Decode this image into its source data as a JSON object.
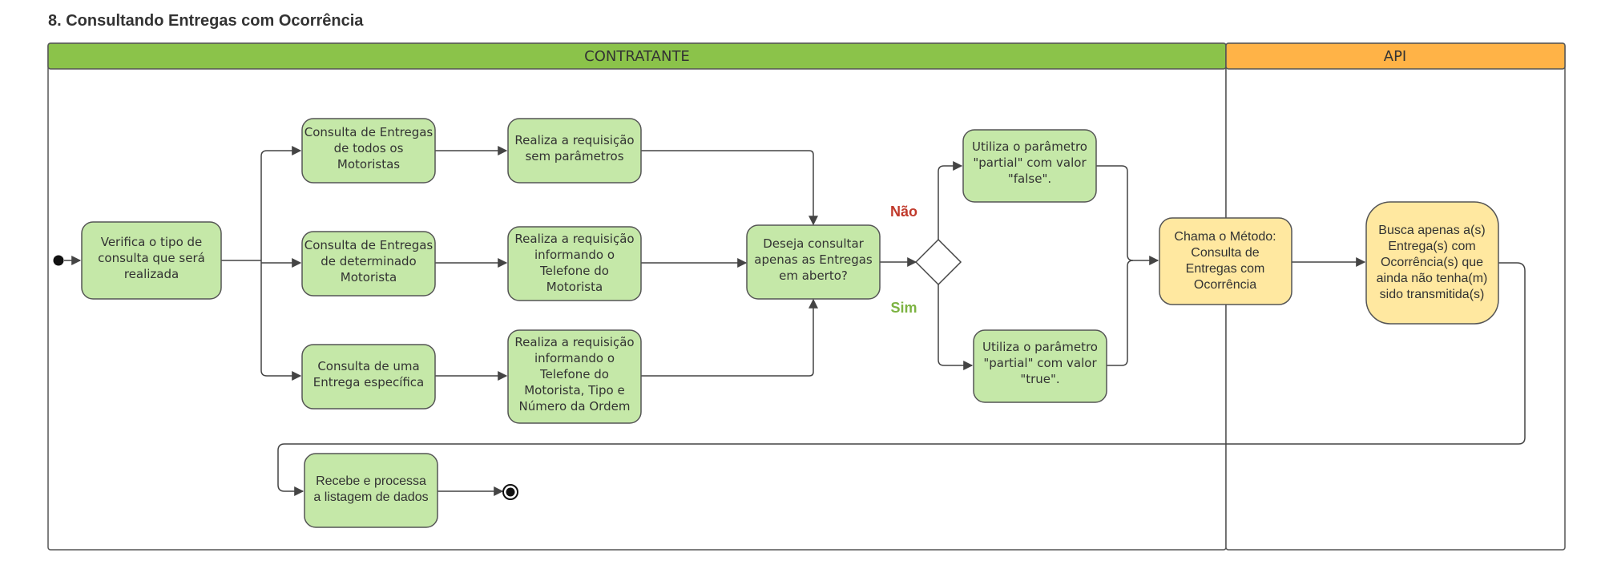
{
  "title": "8. Consultando Entregas com Ocorrência",
  "lanes": {
    "contratante": "CONTRATANTE",
    "api": "API"
  },
  "colors": {
    "lane_contratante_header": "#8bc34a",
    "lane_api_header": "#ffb347",
    "node_green": "#c5e8a8",
    "node_yellow": "#ffe8a0",
    "label_no": "#c0392b",
    "label_yes": "#7cb342"
  },
  "nodes": {
    "verifica": [
      "Verifica o tipo de",
      "consulta que será",
      "realizada"
    ],
    "todos": [
      "Consulta de Entregas",
      "de todos os",
      "Motoristas"
    ],
    "determinado": [
      "Consulta de Entregas",
      "de determinado",
      "Motorista"
    ],
    "especifica": [
      "Consulta de uma",
      "Entrega específica"
    ],
    "req_sem": [
      "Realiza a requisição",
      "sem parâmetros"
    ],
    "req_tel": [
      "Realiza a requisição",
      "informando o",
      "Telefone do",
      "Motorista"
    ],
    "req_ordem": [
      "Realiza a requisição",
      "informando o",
      "Telefone do",
      "Motorista, Tipo e",
      "Número da Ordem"
    ],
    "deseja": [
      "Deseja consultar",
      "apenas as Entregas",
      "em aberto?"
    ],
    "false": [
      "Utiliza o parâmetro",
      "\"partial\" com valor",
      "\"false\"."
    ],
    "true": [
      "Utiliza o parâmetro",
      "\"partial\" com valor",
      "\"true\"."
    ],
    "chama": [
      "Chama o Método:",
      "Consulta de",
      "Entregas com",
      "Ocorrência"
    ],
    "busca": [
      "Busca apenas a(s)",
      "Entrega(s) com",
      "Ocorrência(s) que",
      "ainda não tenha(m)",
      "sido transmitida(s)"
    ],
    "recebe": [
      "Recebe e processa",
      "a listagem de dados"
    ]
  },
  "decision_labels": {
    "no": "Não",
    "yes": "Sim"
  }
}
